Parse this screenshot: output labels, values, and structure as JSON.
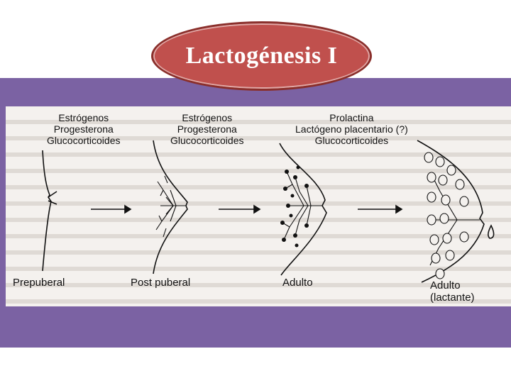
{
  "title": "Lactogénesis I",
  "stages": [
    {
      "hormones": [
        "Estrógenos",
        "Progesterona",
        "Glucocorticoides"
      ],
      "label": "Prepuberal",
      "sublabel": ""
    },
    {
      "hormones": [
        "Estrógenos",
        "Progesterona",
        "Glucocorticoides"
      ],
      "label": "Post puberal",
      "sublabel": ""
    },
    {
      "hormones": [
        "Prolactina",
        "Lactógeno placentario (?)",
        "Glucocorticoides"
      ],
      "label": "Adulto",
      "sublabel": ""
    },
    {
      "hormones": [],
      "label": "Adulto",
      "sublabel": "(lactante)"
    }
  ],
  "colors": {
    "band": "#7b62a3",
    "oval": "#c0504d"
  }
}
